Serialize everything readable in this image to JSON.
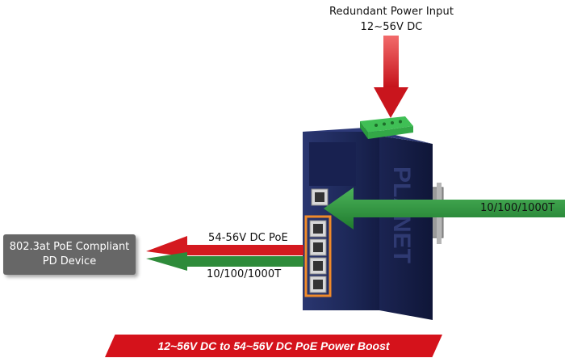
{
  "redundant_power": {
    "title": "Redundant Power Input",
    "voltage": "12~56V DC"
  },
  "uplink_label": "10/100/1000T",
  "poe_output": {
    "poe_label": "54-56V DC PoE",
    "data_label": "10/100/1000T"
  },
  "pd_device": {
    "line1": "802.3at PoE Compliant",
    "line2": "PD Device"
  },
  "device_brand": "PLANET",
  "banner": "12~56V DC to 54~56V DC PoE Power Boost",
  "colors": {
    "red_arrow": "#d4191f",
    "green_arrow": "#2e8b3a",
    "device_body": "#1f2a5c",
    "orange_outline": "#f08a2a",
    "banner": "#d5121b"
  }
}
